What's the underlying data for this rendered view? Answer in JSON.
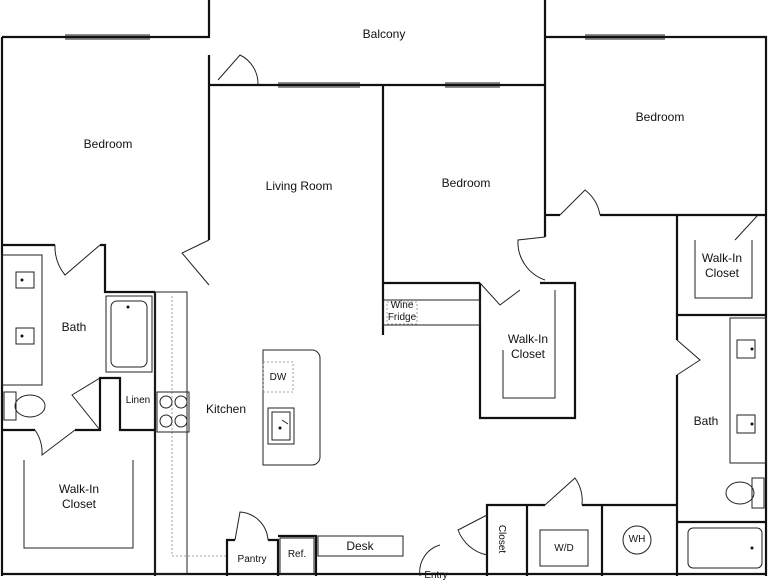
{
  "rooms": {
    "balcony": "Balcony",
    "bedroom_left": "Bedroom",
    "bedroom_center": "Bedroom",
    "bedroom_right": "Bedroom",
    "living_room": "Living Room",
    "kitchen": "Kitchen",
    "bath_left": "Bath",
    "bath_right": "Bath",
    "walkin_left": "Walk-In\nCloset",
    "walkin_center": "Walk-In\nCloset",
    "walkin_right": "Walk-In\nCloset",
    "linen": "Linen",
    "pantry": "Pantry",
    "ref": "Ref.",
    "desk": "Desk",
    "closet": "Closet",
    "wd": "W/D",
    "wh": "WH",
    "dw": "DW",
    "wine_fridge": "Wine\nFridge",
    "entry": "Entry"
  }
}
